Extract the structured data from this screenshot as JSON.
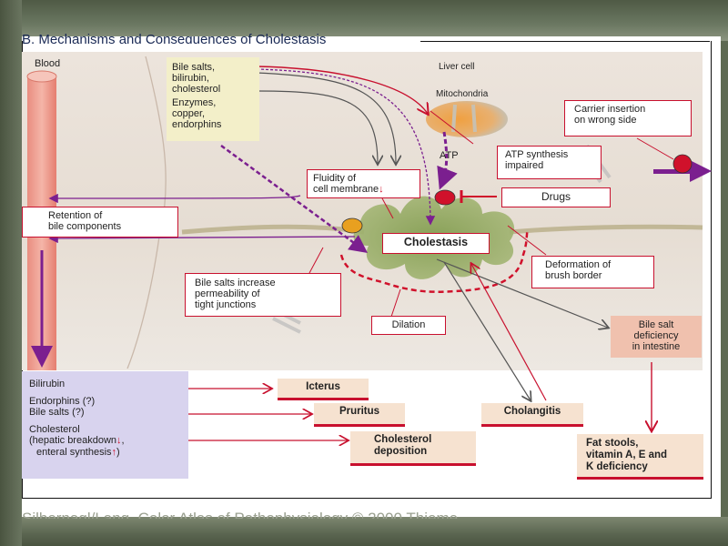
{
  "title": "B. Mechanisms and Consequences of Cholestasis",
  "footer": "Silbernagl/Lang, Color Atlas of Pathophysiology © 2000 Thieme",
  "labels": {
    "blood": "Blood",
    "liver_cell": "Liver cell",
    "mitochondria": "Mitochondria",
    "atp": "ATP"
  },
  "input_box": {
    "line1": "Bile salts,",
    "line2": "bilirubin,",
    "line3": "cholesterol",
    "line4": "Enzymes,",
    "line5": "copper,",
    "line6": "endorphins"
  },
  "callouts": {
    "carrier": [
      "Carrier insertion",
      "on wrong side"
    ],
    "atp_synthesis": [
      "ATP synthesis",
      "impaired"
    ],
    "fluidity": [
      "Fluidity of",
      "cell membrane"
    ],
    "drugs": "Drugs",
    "retention": [
      "Retention of",
      "bile components"
    ],
    "cholestasis": "Cholestasis",
    "deformation": [
      "Deformation of",
      "brush border"
    ],
    "bile_salts_permeability": [
      "Bile salts increase",
      "permeability of",
      "tight junctions"
    ],
    "dilation": "Dilation",
    "bile_salt_deficiency": [
      "Bile salt",
      "deficiency",
      "in intestine"
    ]
  },
  "retained_components": {
    "bilirubin": "Bilirubin",
    "endorphins": "Endorphins (?)",
    "bile_salts": "Bile salts (?)",
    "cholesterol": "Cholesterol",
    "cholesterol_detail1": "(hepatic breakdown",
    "cholesterol_detail2": "enteral synthesis"
  },
  "consequences": {
    "icterus": "Icterus",
    "pruritus": "Pruritus",
    "cholesterol_deposition": [
      "Cholesterol",
      "deposition"
    ],
    "cholangitis": "Cholangitis",
    "fat_stools": [
      "Fat stools,",
      "vitamin A, E and",
      "K deficiency"
    ]
  },
  "indicators": {
    "decrease": "↓",
    "increase": "↑"
  },
  "colors": {
    "red": "#c8102e",
    "purple": "#7b1f8f",
    "gray_arrow": "#555555",
    "lavender": "#d8d3ee",
    "peach": "#f6e2d0",
    "yellow": "#f3efc9"
  }
}
